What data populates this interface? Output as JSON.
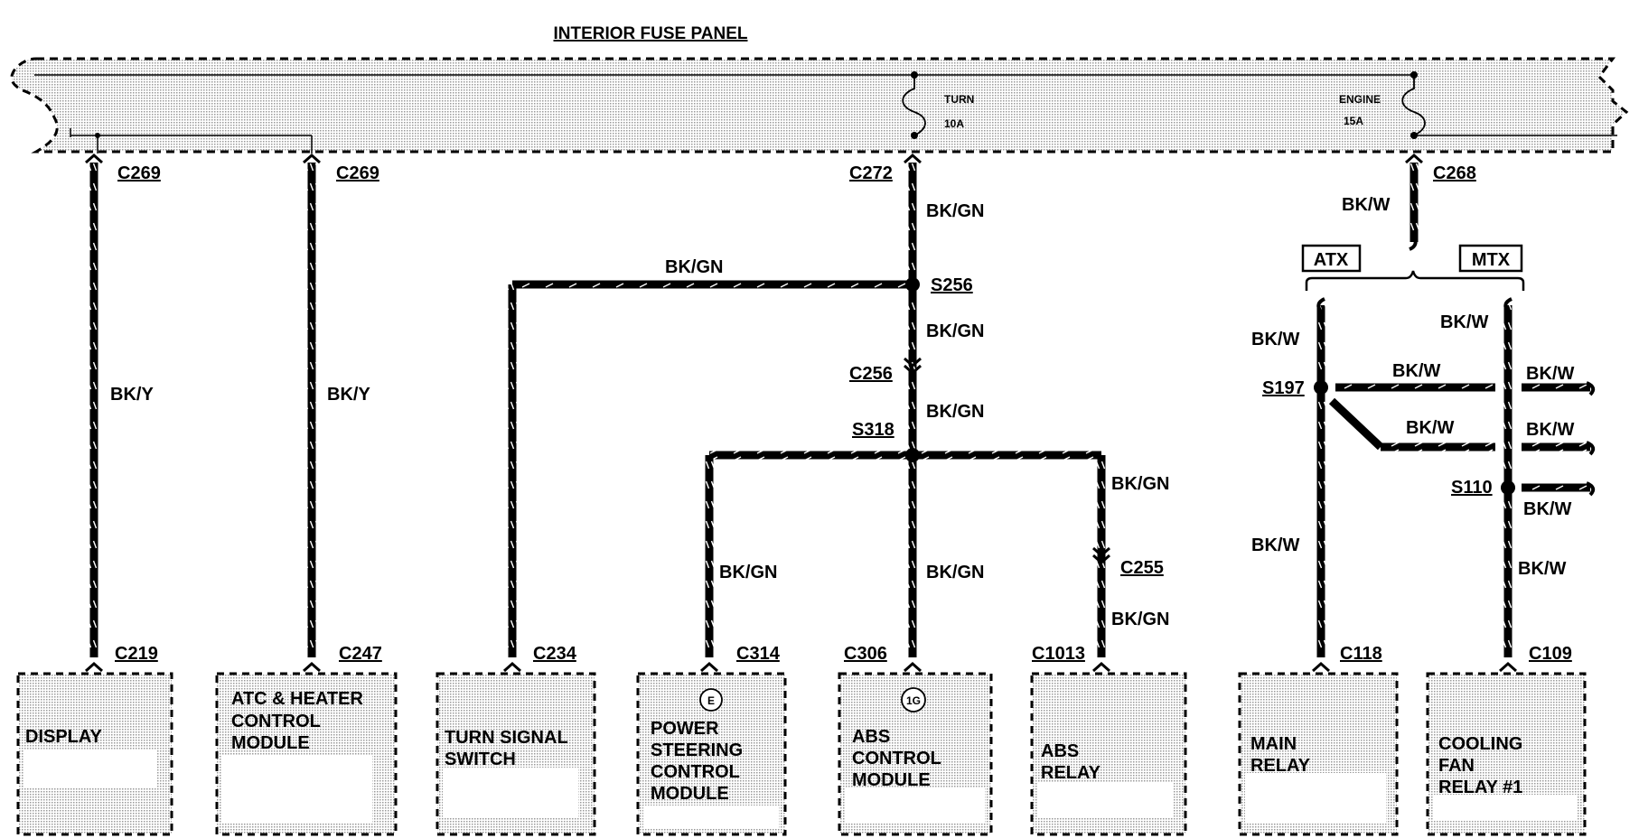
{
  "panel": {
    "title": "INTERIOR FUSE PANEL"
  },
  "fuses": [
    {
      "name": "TURN",
      "rating": "10A"
    },
    {
      "name": "ENGINE",
      "rating": "15A"
    }
  ],
  "connectors": {
    "c269a": "C269",
    "c269b": "C269",
    "c272": "C272",
    "c268": "C268",
    "c256": "C256",
    "c255": "C255",
    "c219": "C219",
    "c247": "C247",
    "c234": "C234",
    "c314": "C314",
    "c306": "C306",
    "c1013": "C1013",
    "c118": "C118",
    "c109": "C109"
  },
  "splices": {
    "s256": "S256",
    "s318": "S318",
    "s197": "S197",
    "s110": "S110"
  },
  "wires": {
    "display": "BK/Y",
    "atc": "BK/Y",
    "turn_branch": "BK/GN",
    "c272_s256": "BK/GN",
    "s256_c256": "BK/GN",
    "c256_s318": "BK/GN",
    "psm": "BK/GN",
    "abs_module": "BK/GN",
    "abs_relay_upper": "BK/GN",
    "abs_relay_lower": "BK/GN",
    "engine_feed": "BK/W",
    "atx_upper": "BK/W",
    "atx_lower": "BK/W",
    "mtx_upper": "BK/W",
    "mtx_lower": "BK/W",
    "s197_branch1": "BK/W",
    "s197_branch2": "BK/W",
    "out1": "BK/W",
    "out2": "BK/W",
    "out3": "BK/W"
  },
  "options": {
    "atx": "ATX",
    "mtx": "MTX"
  },
  "components": {
    "display": {
      "lines": [
        "DISPLAY"
      ]
    },
    "atc": {
      "lines": [
        "ATC & HEATER",
        "CONTROL",
        "MODULE"
      ]
    },
    "turn_switch": {
      "lines": [
        "TURN SIGNAL",
        "SWITCH"
      ]
    },
    "psm": {
      "badge": "E",
      "lines": [
        "POWER",
        "STEERING",
        "CONTROL",
        "MODULE"
      ]
    },
    "abs_module": {
      "badge": "1G",
      "lines": [
        "ABS",
        "CONTROL",
        "MODULE"
      ]
    },
    "abs_relay": {
      "lines": [
        "ABS",
        "RELAY"
      ]
    },
    "main_relay": {
      "lines": [
        "MAIN",
        "RELAY"
      ]
    },
    "cooling_fan": {
      "lines": [
        "COOLING",
        "FAN",
        "RELAY #1"
      ]
    }
  }
}
